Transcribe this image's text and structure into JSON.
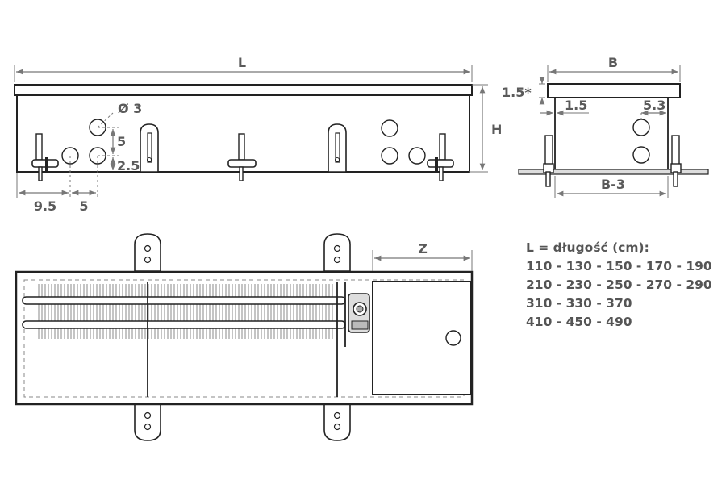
{
  "dimensions": {
    "length": "L",
    "width": "B",
    "height": "H",
    "top_offset": "1.5*",
    "side_offset": "1.5",
    "side_offset_right": "5.3",
    "hole_diameter": "Ø 3",
    "hole_spacing_v": "5",
    "hole_offset_v": "2.5",
    "hole_offset_h": "9.5",
    "hole_spacing_h": "5",
    "inner_width": "B-3",
    "box_length": "Z"
  },
  "legend": {
    "title": "L = długość (cm):",
    "rows": [
      "110 - 130 - 150 - 170 - 190",
      "210 - 230 - 250 - 270 - 290",
      "310 - 330 - 370",
      "410 - 450 - 490"
    ]
  },
  "colors": {
    "line": "#222222",
    "dimension": "#777777",
    "text": "#555555",
    "fill_light": "#e6e6e6",
    "fill_mid": "#999999"
  }
}
